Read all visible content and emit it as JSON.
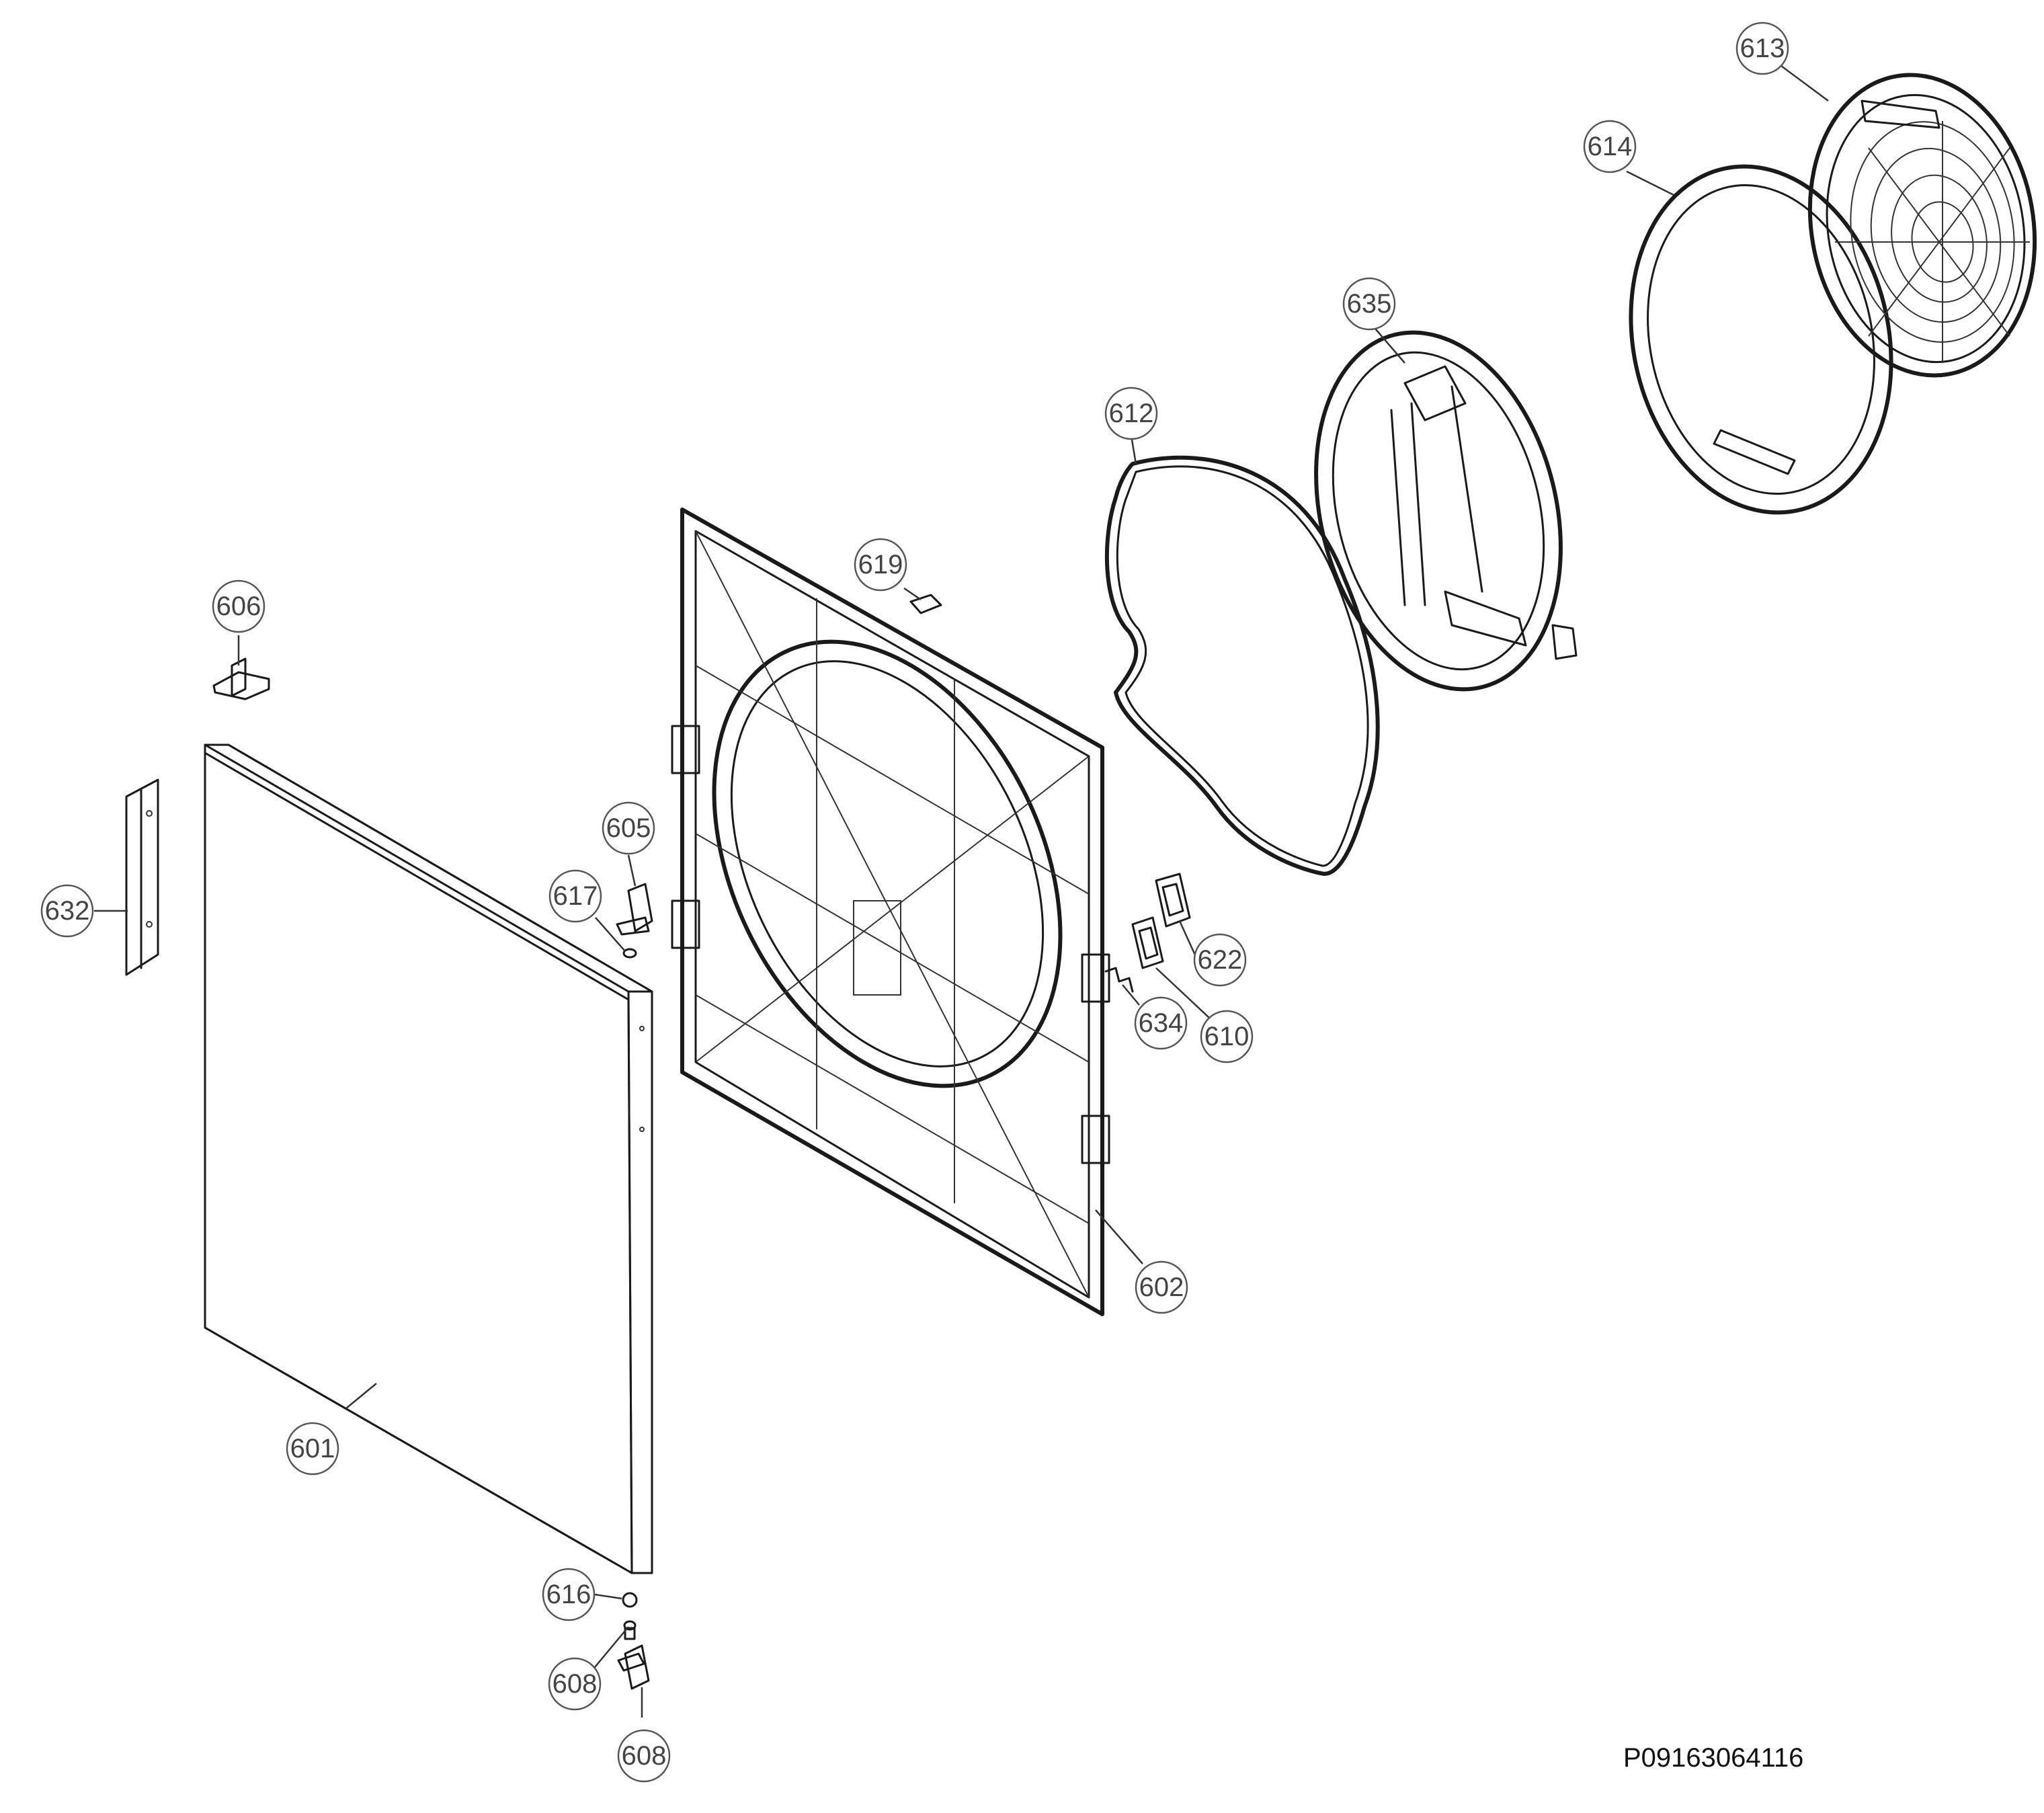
{
  "diagram": {
    "callouts": {
      "c613": "613",
      "c614": "614",
      "c635": "635",
      "c612": "612",
      "c619": "619",
      "c606": "606",
      "c632": "632",
      "c605": "605",
      "c617": "617",
      "c622": "622",
      "c634": "634",
      "c610": "610",
      "c602": "602",
      "c601": "601",
      "c616": "616",
      "c608a": "608",
      "c608b": "608"
    },
    "document_id": "P09163064116"
  },
  "colors": {
    "line": "#1a1a1a",
    "callout_stroke": "#555555",
    "background": "#ffffff"
  }
}
